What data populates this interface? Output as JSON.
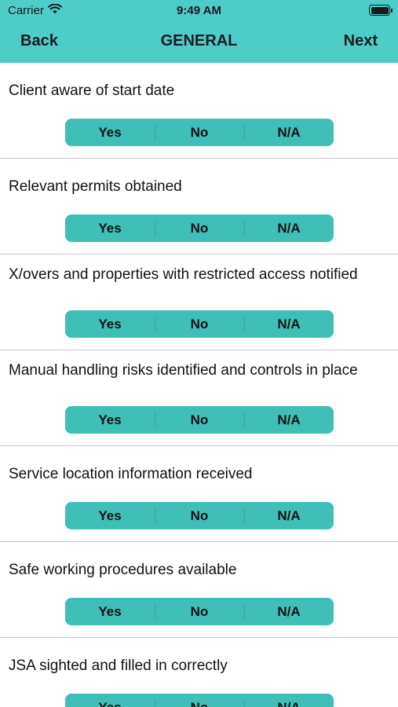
{
  "status_bar": {
    "carrier": "Carrier",
    "time": "9:49 AM"
  },
  "nav": {
    "back_label": "Back",
    "title": "GENERAL",
    "next_label": "Next"
  },
  "options": [
    "Yes",
    "No",
    "N/A"
  ],
  "questions": [
    "Client aware of start date",
    "Relevant permits obtained",
    "X/overs and properties with restricted access notified",
    "Manual handling risks identified and controls in place",
    "Service location information received",
    "Safe working procedures available",
    "JSA sighted and filled in correctly"
  ],
  "colors": {
    "header": "#4ecdc8",
    "segment": "#3fbfb7",
    "divider": "#c8c8c8"
  }
}
